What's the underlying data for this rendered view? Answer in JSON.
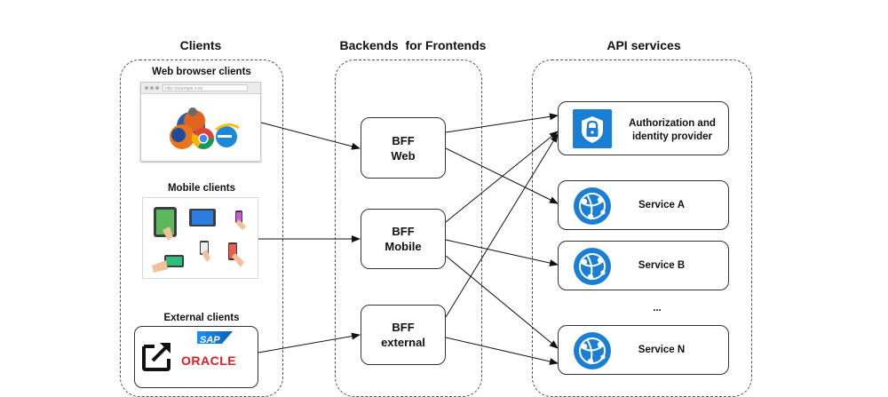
{
  "columns": {
    "clients": "Clients",
    "bff": "Backends  for Frontends",
    "api": "API services"
  },
  "clients": {
    "web": "Web browser clients",
    "mobile": "Mobile clients",
    "external": "External clients"
  },
  "logos": {
    "sap": "SAP",
    "oracle": "ORACLE",
    "browser_address": "http://example.com"
  },
  "bff": {
    "web": [
      "BFF",
      "Web"
    ],
    "mobile": [
      "BFF",
      "Mobile"
    ],
    "external": [
      "BFF",
      "external"
    ]
  },
  "services": {
    "auth": [
      "Authorization and",
      "identity provider"
    ],
    "a": "Service A",
    "b": "Service B",
    "ellipsis": "...",
    "n": "Service N"
  },
  "colors": {
    "azure_blue": "#1a7fd4",
    "border": "#333333"
  },
  "icons": {
    "auth": "lock-shield-icon",
    "service": "globe-network-icon"
  }
}
